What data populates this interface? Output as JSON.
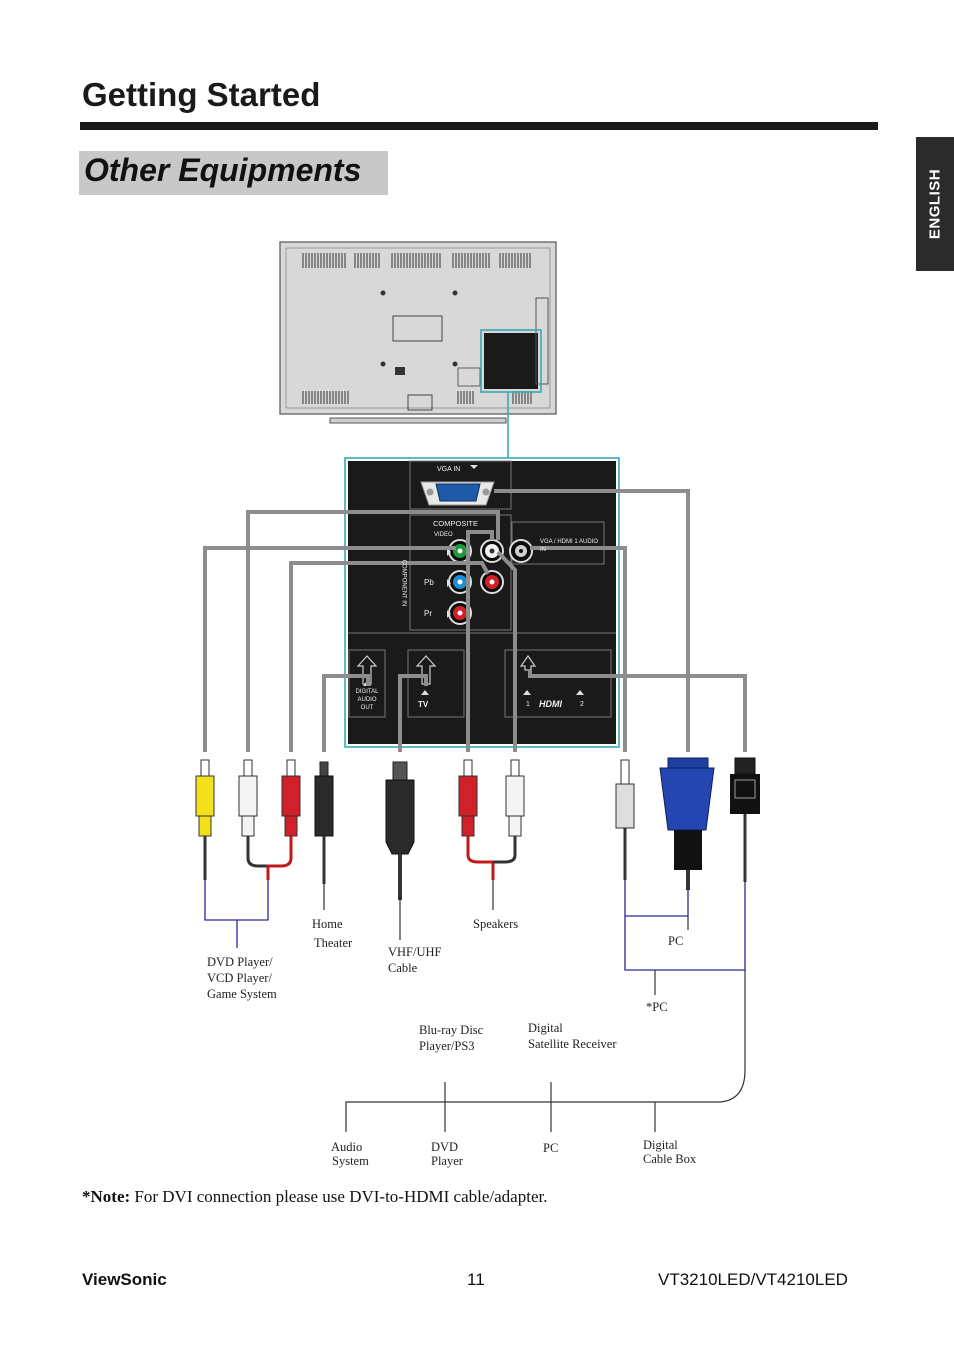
{
  "header": {
    "title": "Getting Started",
    "section_title": "Other Equipments",
    "language_tab": "ENGLISH"
  },
  "panel": {
    "vga_in": "VGA IN",
    "composite": "COMPOSITE",
    "video": "VIDEO",
    "audio_in": "VGA / HDMI 1 AUDIO IN",
    "component_in": "COMPONENT IN",
    "pb": "Pb",
    "pr": "Pr",
    "digital_audio_out": "DIGITAL AUDIO OUT",
    "tv": "TV",
    "hdmi": "HDMI",
    "hdmi_1": "1",
    "hdmi_2": "2"
  },
  "labels": {
    "dvd_player": [
      "DVD Player/",
      "VCD Player/",
      "Game System"
    ],
    "home_theater": [
      "Home",
      "Theater"
    ],
    "vhf_uhf": [
      "VHF/UHF",
      "Cable"
    ],
    "speakers": "Speakers",
    "pc": "PC",
    "pc_star": "*PC",
    "bluray": [
      "Blu-ray Disc",
      "Player/PS3"
    ],
    "digital_satellite": [
      "Digital",
      "Satellite Receiver"
    ],
    "audio_system": [
      "Audio",
      "System"
    ],
    "dvd_player_bottom": [
      "DVD",
      "Player"
    ],
    "pc_bottom": "PC",
    "digital_cable_box": [
      "Digital",
      "Cable Box"
    ]
  },
  "note": {
    "prefix": "*Note:",
    "text": " For DVI connection please use DVI-to-HDMI cable/adapter."
  },
  "footer": {
    "brand": "ViewSonic",
    "page_number": "11",
    "model": "VT3210LED/VT4210LED"
  }
}
